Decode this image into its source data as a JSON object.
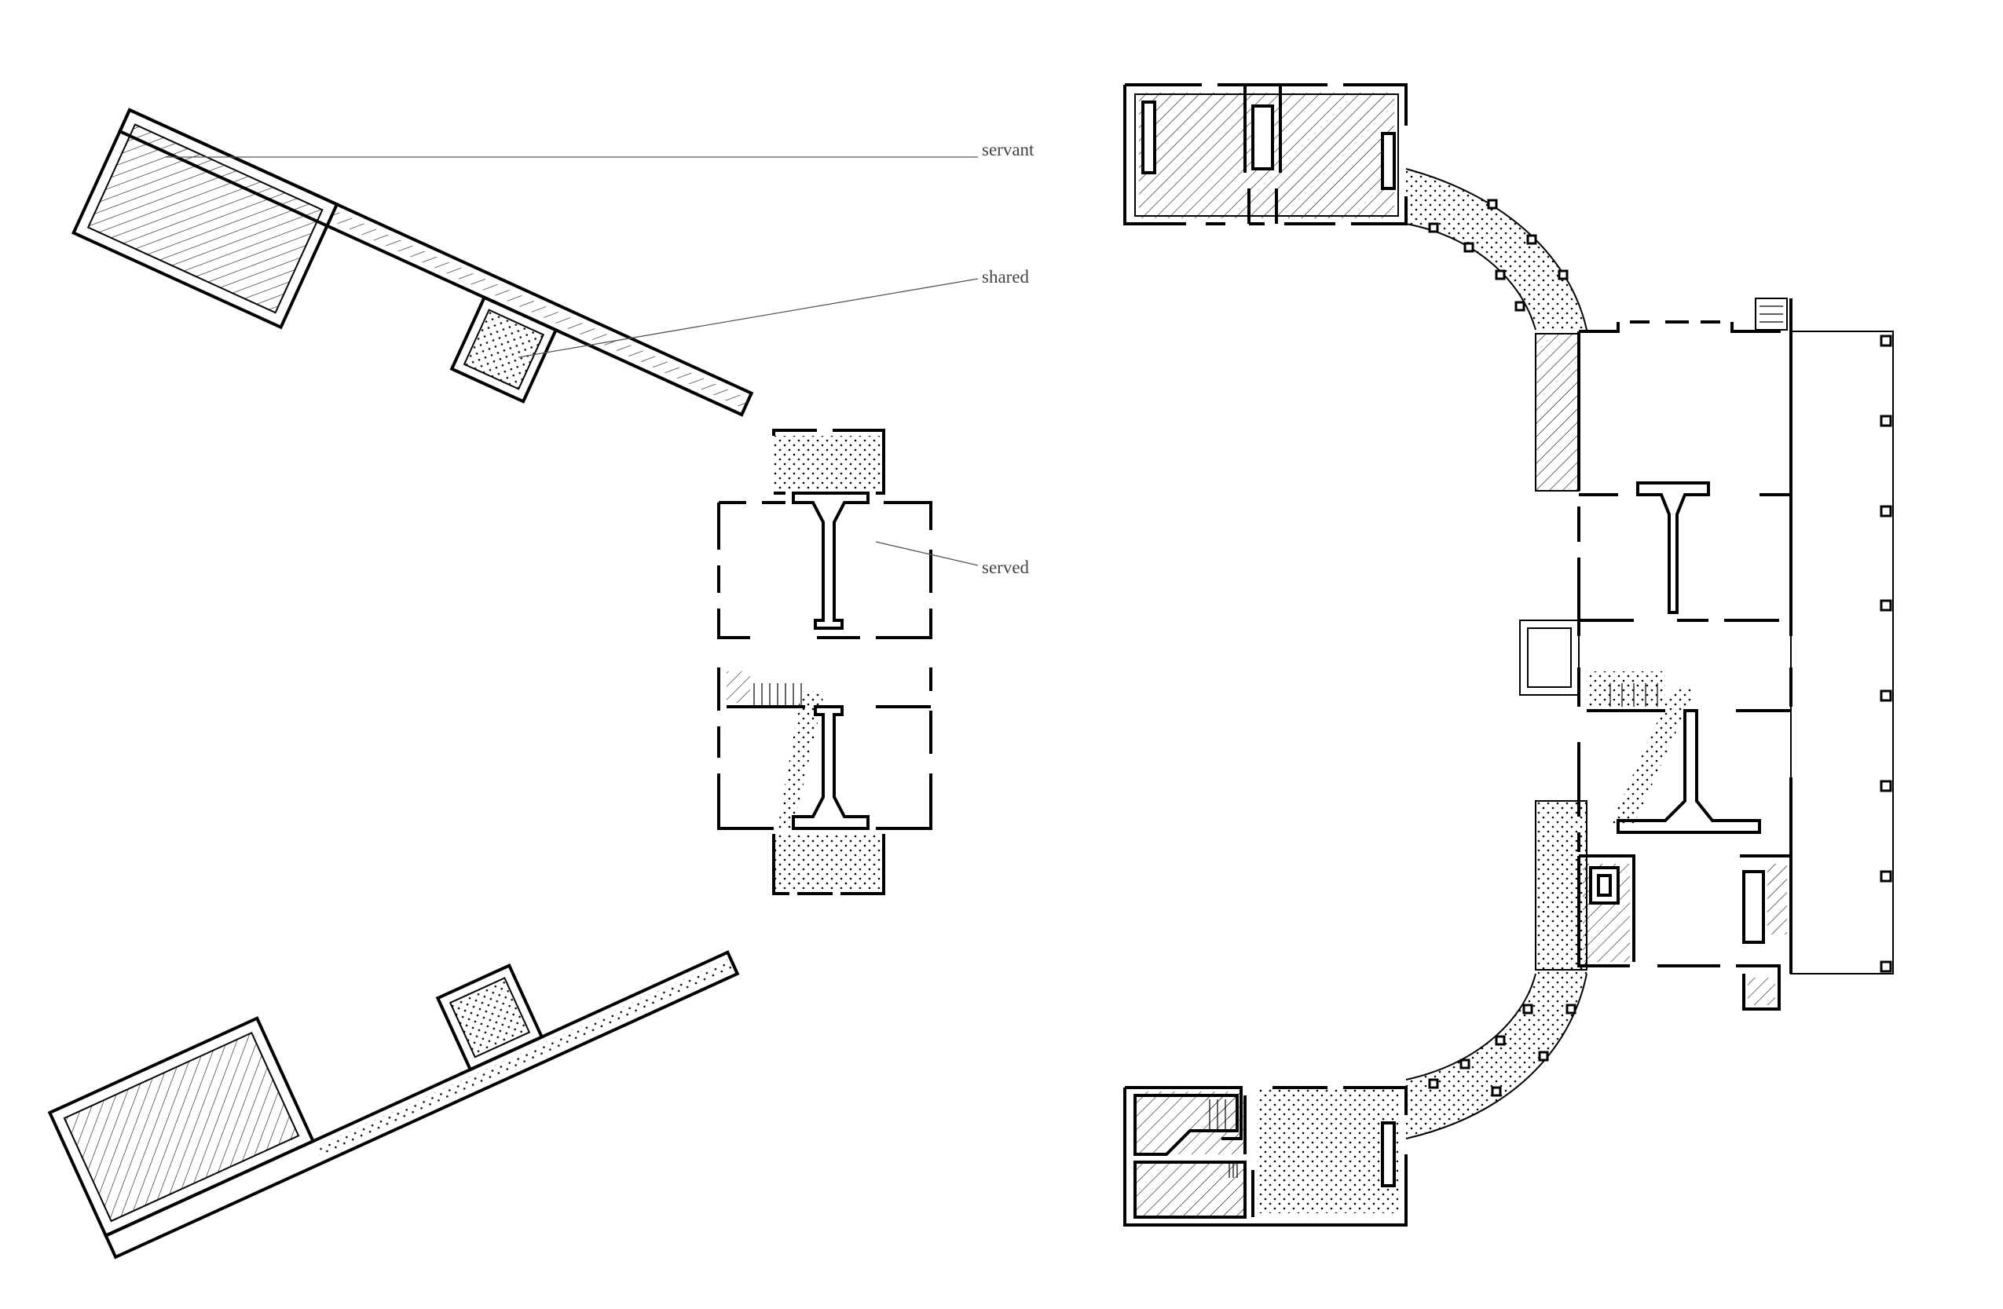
{
  "labels": {
    "servant": "servant",
    "shared": "shared",
    "served": "served"
  },
  "colors": {
    "ink": "#000000",
    "leader": "#555555",
    "label": "#444444",
    "background": "#ffffff"
  },
  "legend_meaning": {
    "hatch_pattern": "servant",
    "dot_pattern": "shared",
    "blank": "served"
  }
}
